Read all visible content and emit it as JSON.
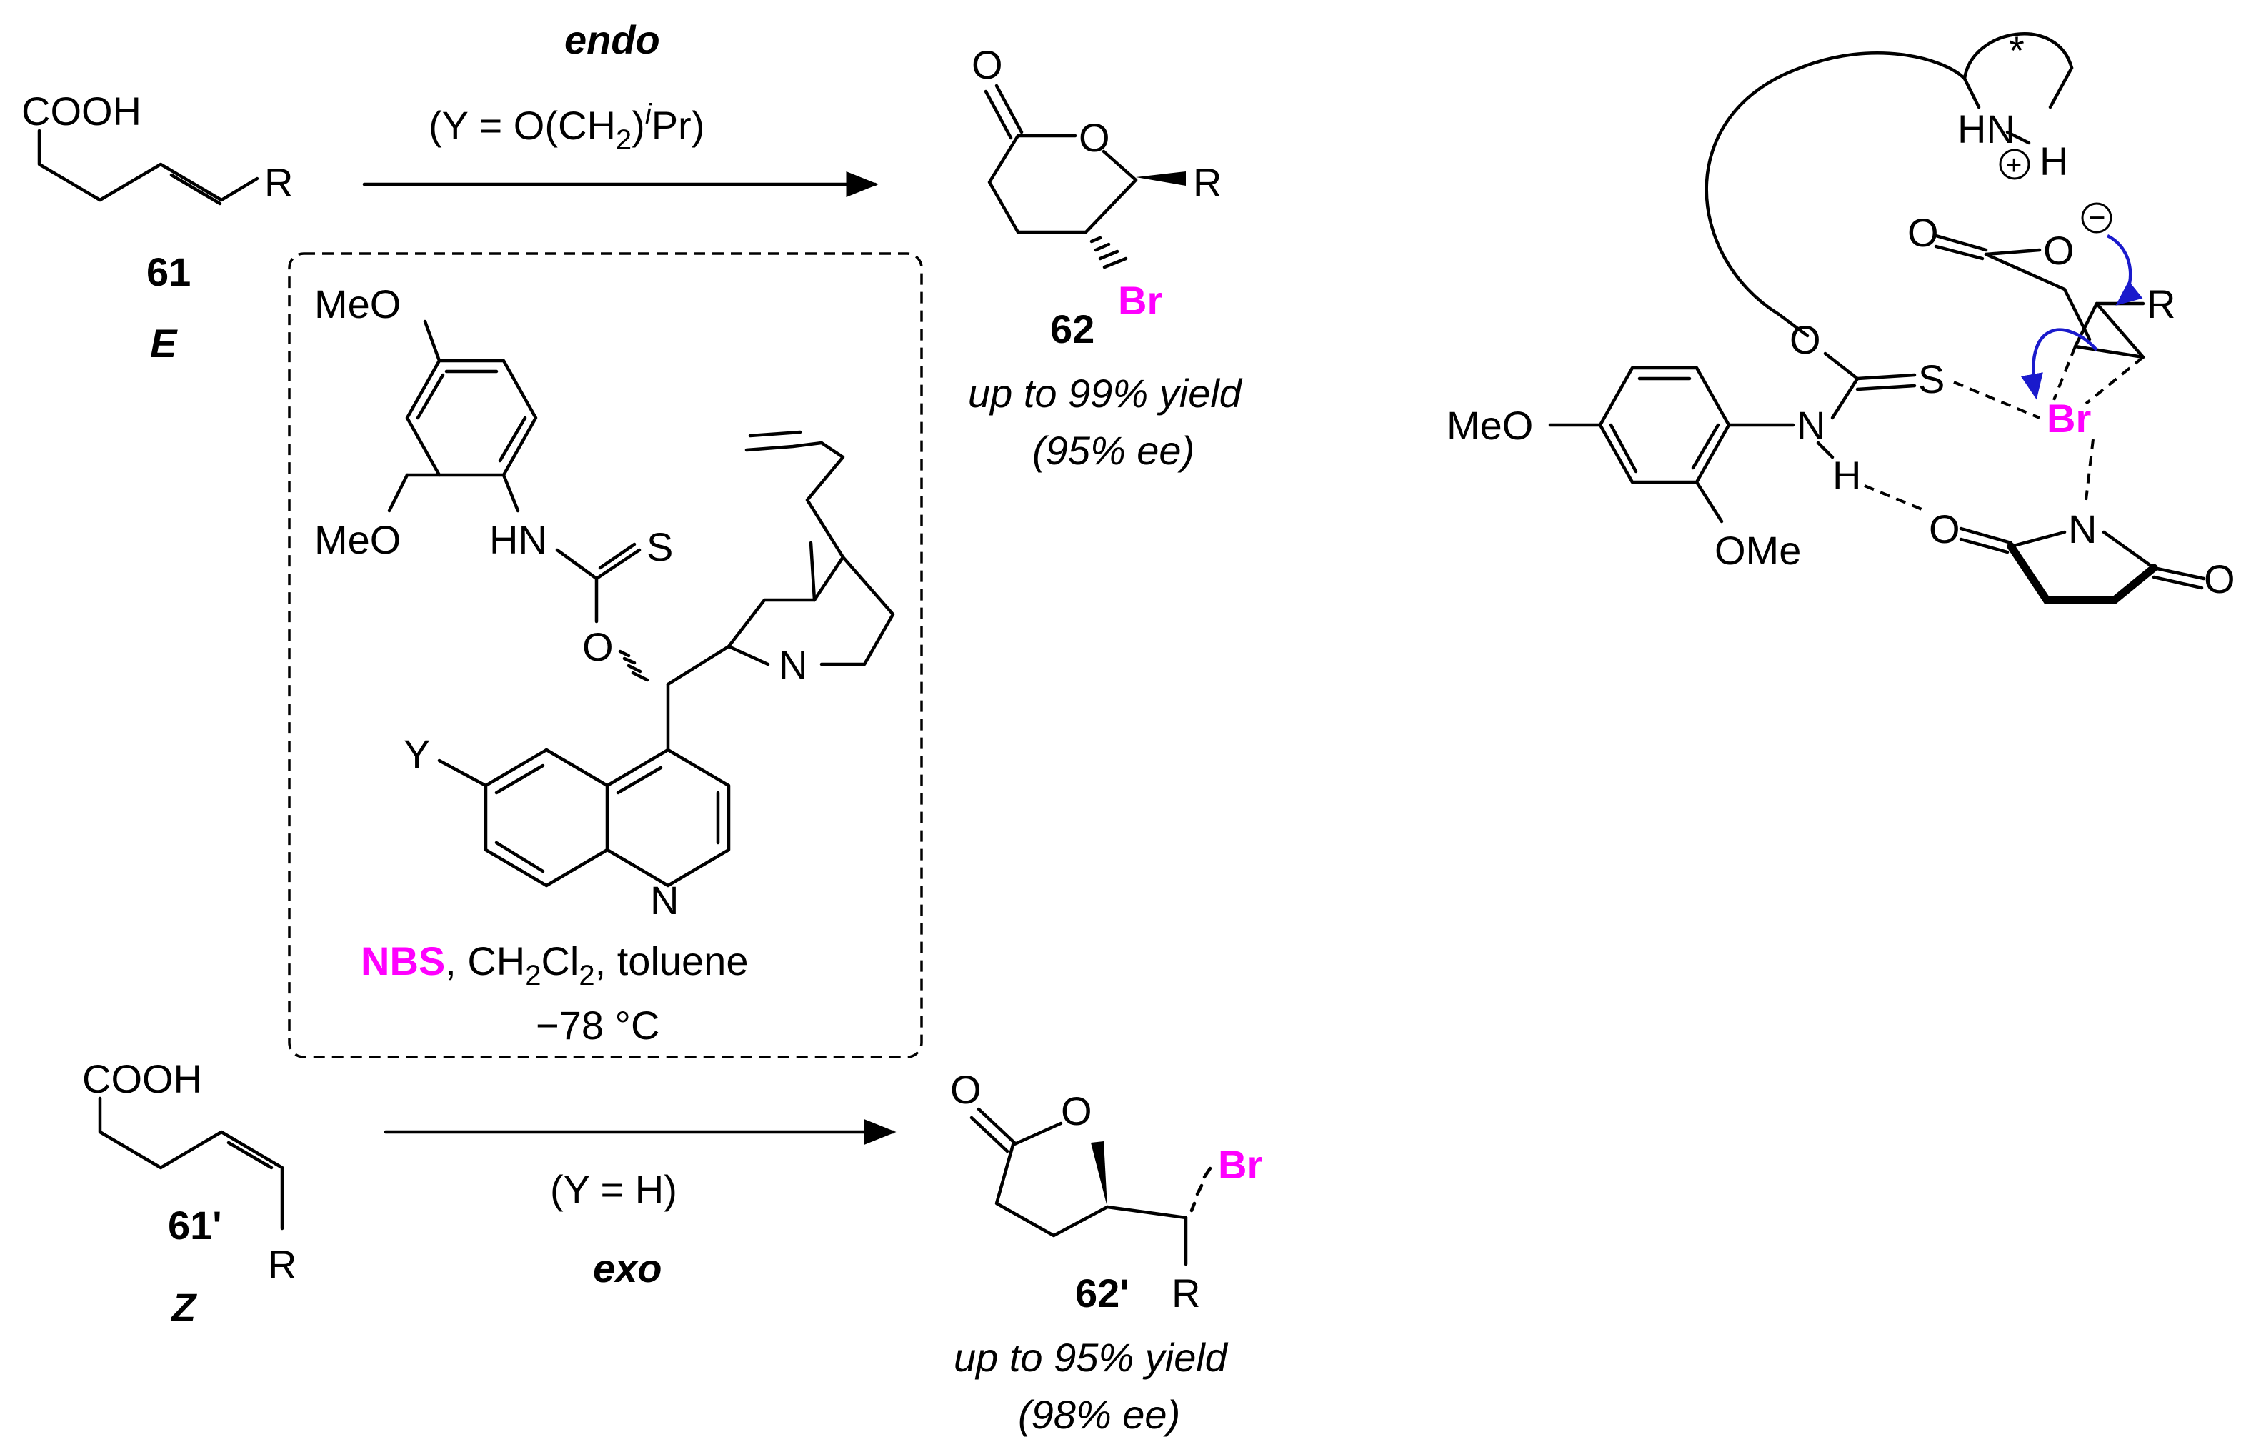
{
  "top_reaction": {
    "condition_label": "endo",
    "condition_y": "(Y = O(CH",
    "condition_y_sub": "2",
    "condition_y_sub2": ")",
    "condition_y_sup": "i",
    "condition_y_end": "Pr)",
    "substrate_group": "COOH",
    "substrate_r": "R",
    "substrate_number": "61",
    "substrate_geometry": "E",
    "product_o_carbonyl": "O",
    "product_o_ring": "O",
    "product_r": "R",
    "product_br": "Br",
    "product_number": "62",
    "yield": "up to 99% yield",
    "ee": "(95% ee)"
  },
  "catalyst": {
    "meo_top": "MeO",
    "meo_side": "MeO",
    "hn": "HN",
    "s": "S",
    "o": "O",
    "n_quinuclidine": "N",
    "y": "Y",
    "n_quinoline": "N",
    "reagent_nbs": "NBS",
    "reagent_rest": ", CH",
    "reagent_sub": "2",
    "reagent_cl": "Cl",
    "reagent_sub2": "2",
    "reagent_tail": ", toluene",
    "temperature": "−78 °C"
  },
  "bottom_reaction": {
    "condition_y": "(Y = H)",
    "condition_label": "exo",
    "substrate_group": "COOH",
    "substrate_r": "R",
    "substrate_number": "61'",
    "substrate_geometry": "Z",
    "product_o_carbonyl": "O",
    "product_o_ring": "O",
    "product_br": "Br",
    "product_r": "R",
    "product_number": "62'",
    "yield": "up to 95% yield",
    "ee": "(98% ee)"
  },
  "transition_state": {
    "star": "*",
    "hn": "HN",
    "h": "H",
    "plus": "+",
    "o_carbonyl": "O",
    "o_minus": "O",
    "minus": "−",
    "r": "R",
    "o_ester": "O",
    "s": "S",
    "br": "Br",
    "meo": "MeO",
    "n_thio": "N",
    "h_nh": "H",
    "ome": "OMe",
    "o_succ": "O",
    "n_succ": "N",
    "o_succ2": "O"
  },
  "colors": {
    "highlight": "#ff00ff",
    "arrow": "#1a1acc"
  }
}
